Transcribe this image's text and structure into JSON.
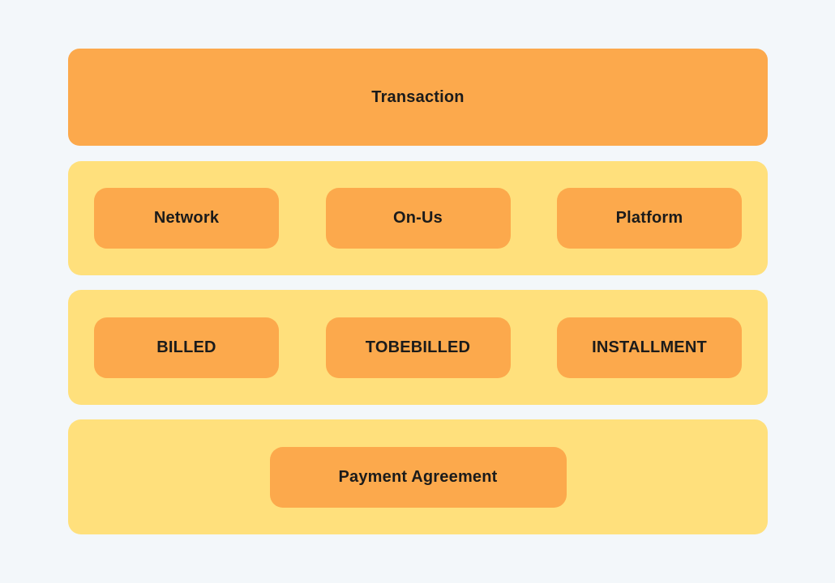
{
  "colors": {
    "background": "#F3F7FA",
    "node_orange": "#FCA94C",
    "group_yellow": "#FFE07C",
    "text": "#1B1B1B"
  },
  "diagram": {
    "header": {
      "label": "Transaction"
    },
    "rows": [
      {
        "name": "transaction-types",
        "items": [
          "Network",
          "On-Us",
          "Platform"
        ]
      },
      {
        "name": "billing-states",
        "items": [
          "BILLED",
          "TOBEBILLED",
          "INSTALLMENT"
        ]
      },
      {
        "name": "agreement",
        "items": [
          "Payment Agreement"
        ]
      }
    ]
  }
}
